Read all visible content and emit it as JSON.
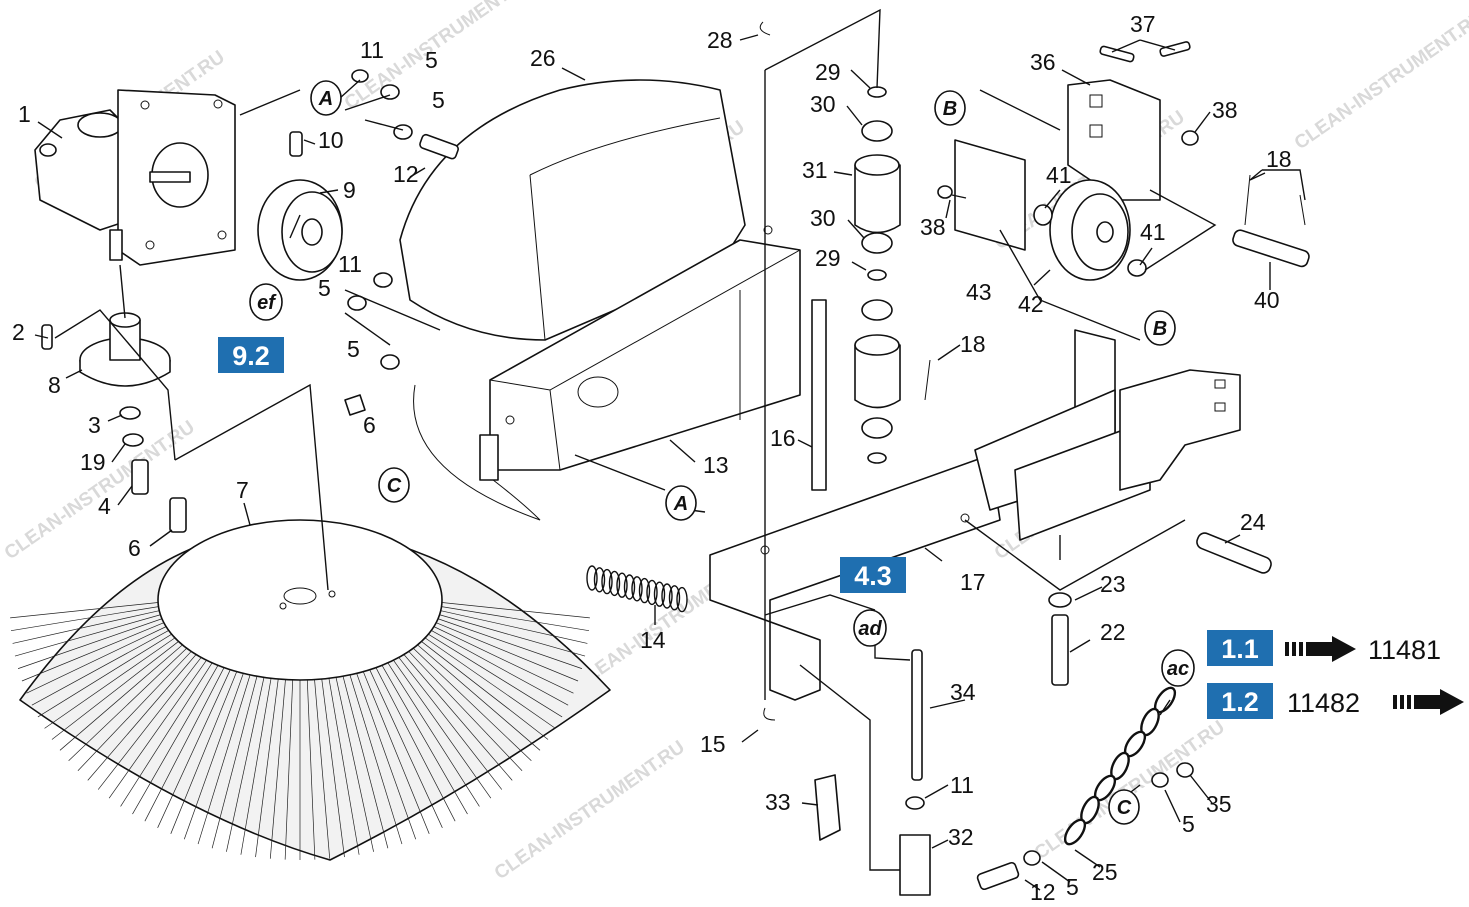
{
  "watermark": "CLEAN-INSTRUMENT.RU",
  "colors": {
    "section_box": "#1f6fb0",
    "line": "#111111",
    "watermark": "#d9d9d9"
  },
  "part_numbers": {
    "p1": "1",
    "p2": "2",
    "p3": "3",
    "p4": "4",
    "p5a": "5",
    "p5b": "5",
    "p5c": "5",
    "p5d": "5",
    "p5e": "5",
    "p5f": "5",
    "p6a": "6",
    "p6b": "6",
    "p7": "7",
    "p8": "8",
    "p9": "9",
    "p10": "10",
    "p11a": "11",
    "p11b": "11",
    "p11c": "11",
    "p12a": "12",
    "p12b": "12",
    "p13": "13",
    "p14": "14",
    "p15": "15",
    "p16": "16",
    "p17": "17",
    "p18a": "18",
    "p18b": "18",
    "p19": "19",
    "p22": "22",
    "p23": "23",
    "p24": "24",
    "p25": "25",
    "p26": "26",
    "p28": "28",
    "p29a": "29",
    "p29b": "29",
    "p30a": "30",
    "p30b": "30",
    "p31": "31",
    "p32": "32",
    "p33": "33",
    "p34": "34",
    "p35": "35",
    "p36": "36",
    "p37": "37",
    "p38a": "38",
    "p38b": "38",
    "p40": "40",
    "p41a": "41",
    "p41b": "41",
    "p42": "42",
    "p43": "43"
  },
  "refs": {
    "a1": "A",
    "a2": "A",
    "b1": "B",
    "b2": "B",
    "c1": "C",
    "c2": "C",
    "ef": "ef",
    "ad": "ad",
    "ac": "ac"
  },
  "sections": {
    "s92": "9.2",
    "s43": "4.3",
    "s11": "1.1",
    "s12": "1.2"
  },
  "navigation": {
    "next_page": "11481",
    "prev_page": "11482"
  }
}
